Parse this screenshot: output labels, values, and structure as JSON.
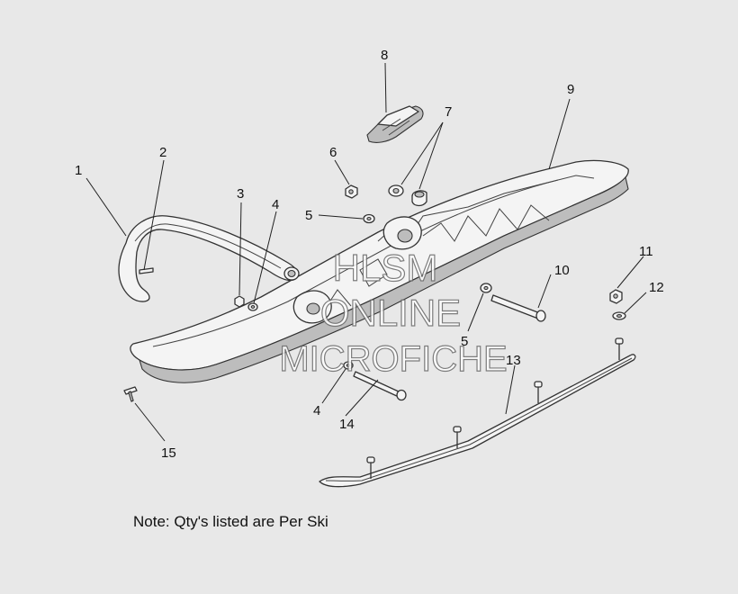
{
  "watermark": {
    "line1": "HLSM",
    "line2": "ONLINE",
    "line3": "MICROFICHE"
  },
  "callouts": [
    {
      "id": "c1",
      "number": "1"
    },
    {
      "id": "c2",
      "number": "2"
    },
    {
      "id": "c3",
      "number": "3"
    },
    {
      "id": "c4a",
      "number": "4"
    },
    {
      "id": "c4b",
      "number": "4"
    },
    {
      "id": "c5a",
      "number": "5"
    },
    {
      "id": "c5b",
      "number": "5"
    },
    {
      "id": "c6",
      "number": "6"
    },
    {
      "id": "c7",
      "number": "7"
    },
    {
      "id": "c8",
      "number": "8"
    },
    {
      "id": "c9",
      "number": "9"
    },
    {
      "id": "c10",
      "number": "10"
    },
    {
      "id": "c11",
      "number": "11"
    },
    {
      "id": "c12",
      "number": "12"
    },
    {
      "id": "c13",
      "number": "13"
    },
    {
      "id": "c14",
      "number": "14"
    },
    {
      "id": "c15",
      "number": "15"
    }
  ],
  "note": "Note: Qty's listed are Per Ski"
}
